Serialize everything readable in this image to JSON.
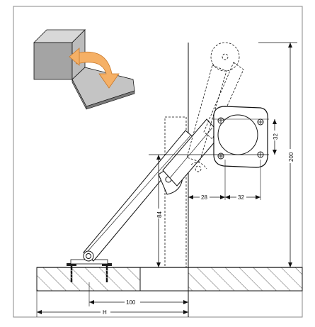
{
  "dimensions": {
    "height_200": "200",
    "gap_32_vertical": "32",
    "depth_84": "84",
    "offset_28": "28",
    "spacing_32_horizontal": "32",
    "distance_100": "100",
    "total_H": "H"
  },
  "colors": {
    "outline": "#111111",
    "border": "#888888",
    "icon_box_top": "#d6d6d6",
    "icon_box_front": "#9a9a9a",
    "icon_box_side": "#bdbdbd",
    "icon_arrow": "#f5b066",
    "icon_arrow_stroke": "#c8782a",
    "hatch": "#333333"
  },
  "icon": "flap-opening-icon"
}
